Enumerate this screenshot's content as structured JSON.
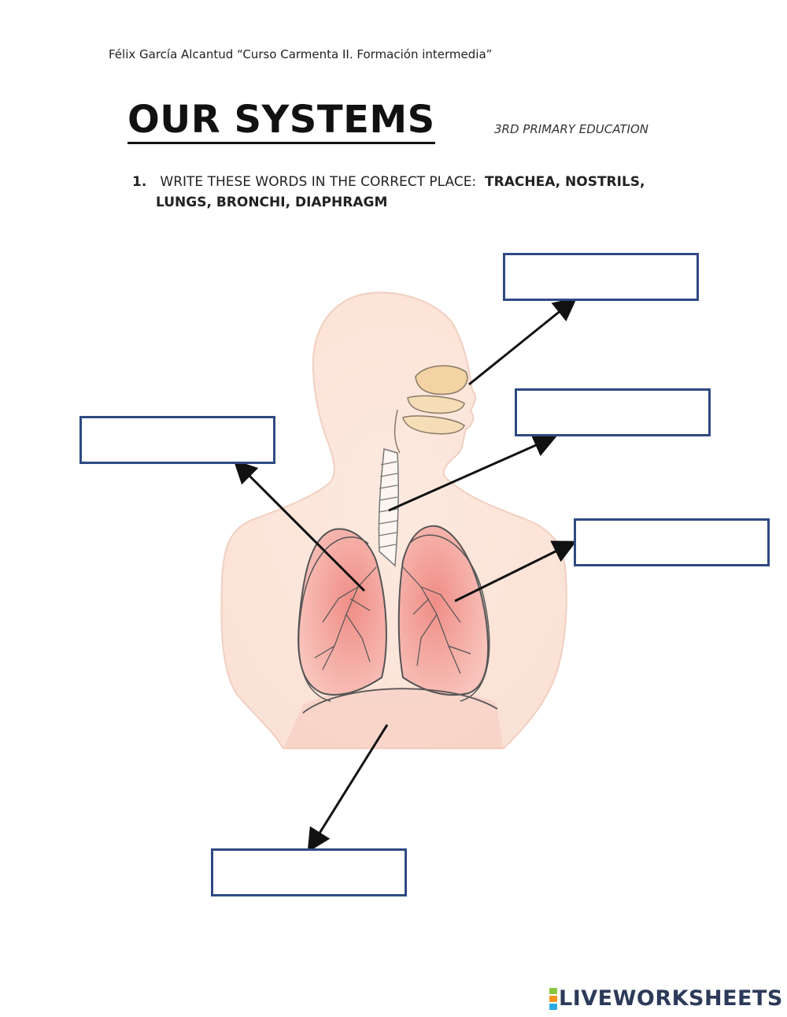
{
  "header": {
    "credit": "Félix García Alcantud “Curso Carmenta II. Formación intermedia”",
    "title": "OUR SYSTEMS",
    "subtitle": "3RD PRIMARY EDUCATION"
  },
  "instruction": {
    "number": "1.",
    "text": "WRITE THESE WORDS IN THE CORRECT PLACE:",
    "words_line1": "TRACHEA, NOSTRILS,",
    "words_line2": "LUNGS, BRONCHI, DIAPHRAGM"
  },
  "footer": {
    "logo_text": "LIVEWORKSHEETS",
    "logo_mark_colors": [
      "#8cc63f",
      "#f7941d",
      "#29abe2"
    ]
  },
  "colors": {
    "box_border": "#2f4a82",
    "skin": "#fbe6dc",
    "lung": "#f4a9a0",
    "nasal": "#f5d9b0"
  }
}
